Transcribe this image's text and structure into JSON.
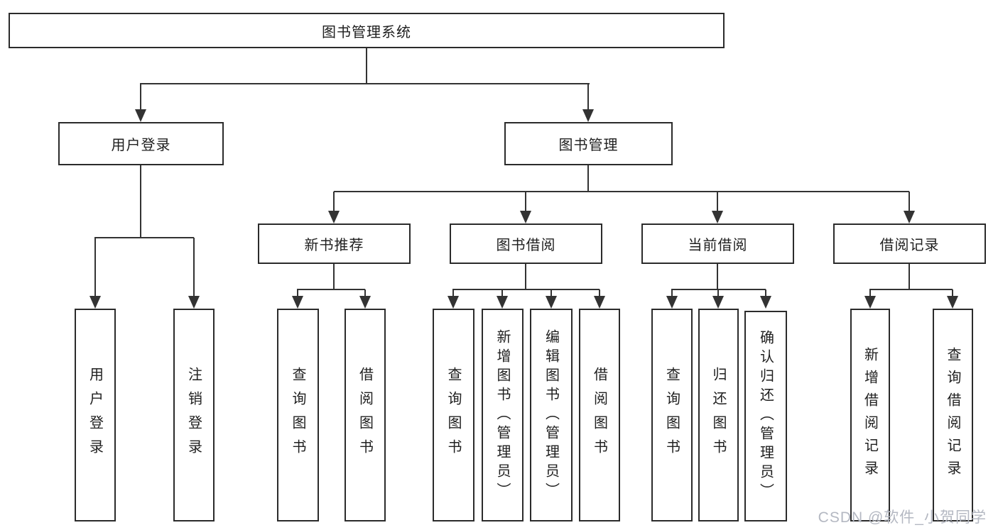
{
  "diagram": {
    "root": {
      "label": "图书管理系统"
    },
    "level2": {
      "user_login": {
        "label": "用户登录"
      },
      "book_mgmt": {
        "label": "图书管理"
      }
    },
    "level3": {
      "new_books": {
        "label": "新书推荐"
      },
      "book_borrow": {
        "label": "图书借阅"
      },
      "current_borrow": {
        "label": "当前借阅"
      },
      "borrow_records": {
        "label": "借阅记录"
      }
    },
    "level4": {
      "user_login": [
        "用户登录",
        "注销登录"
      ],
      "new_books": [
        "查询图书",
        "借阅图书"
      ],
      "book_borrow": [
        "查询图书",
        "新增图书（管理员）",
        "编辑图书（管理员）",
        "借阅图书"
      ],
      "current_borrow": [
        "查询图书",
        "归还图书",
        "确认归还（管理员）"
      ],
      "borrow_records": [
        "新增借阅记录",
        "查询借阅记录"
      ]
    }
  },
  "watermark": "CSDN @软件_小贺同学",
  "colors": {
    "line": "#333333",
    "border": "#2b2b2b",
    "text": "#1f1f1f",
    "watermark": "#b4b8c2",
    "background": "#ffffff"
  }
}
